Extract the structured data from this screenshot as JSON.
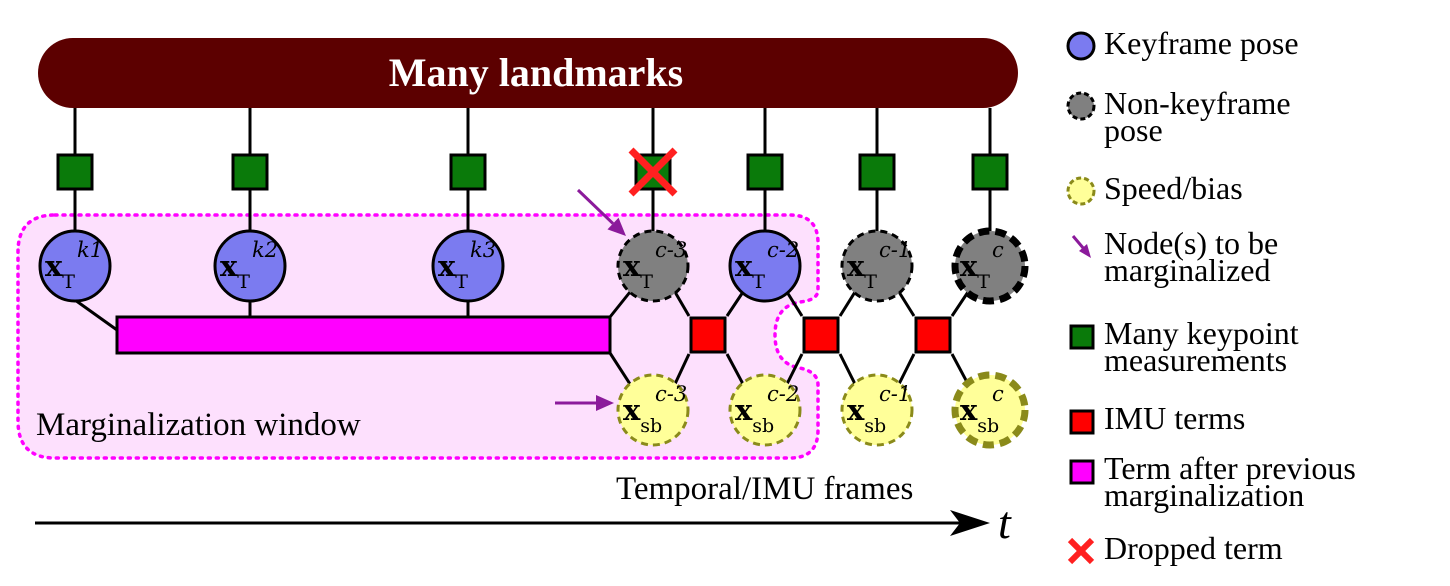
{
  "landmarks_label": "Many landmarks",
  "window_label": "Marginalization window",
  "temporal_label": "Temporal/IMU frames",
  "axis_label": "t",
  "pose_nodes": [
    {
      "sup": "k1",
      "kind": "keyframe"
    },
    {
      "sup": "k2",
      "kind": "keyframe"
    },
    {
      "sup": "k3",
      "kind": "keyframe"
    },
    {
      "sup": "c-3",
      "kind": "nonkeyframe",
      "marginalized": true
    },
    {
      "sup": "c-2",
      "kind": "keyframe"
    },
    {
      "sup": "c-1",
      "kind": "nonkeyframe"
    },
    {
      "sup": "c",
      "kind": "nonkeyframe",
      "current": true
    }
  ],
  "speed_nodes": [
    {
      "sup": "c-3",
      "marginalized": true
    },
    {
      "sup": "c-2"
    },
    {
      "sup": "c-1"
    },
    {
      "sup": "c",
      "current": true
    }
  ],
  "node_symbol": "x",
  "pose_subscript": "T",
  "speed_subscript": "sb",
  "legend": [
    {
      "icon": "keyframe-pose-icon",
      "text": "Keyframe pose"
    },
    {
      "icon": "nonkeyframe-pose-icon",
      "text": "Non-keyframe\npose"
    },
    {
      "icon": "speed-bias-icon",
      "text": "Speed/bias"
    },
    {
      "icon": "marginalize-arrow-icon",
      "text": "Node(s) to be\nmarginalized"
    },
    {
      "icon": "keypoint-measurement-icon",
      "text": "Many keypoint\nmeasurements"
    },
    {
      "icon": "imu-term-icon",
      "text": "IMU terms"
    },
    {
      "icon": "prior-term-icon",
      "text": "Term after previous\nmarginalization"
    },
    {
      "icon": "dropped-term-icon",
      "text": "Dropped term"
    }
  ],
  "colors": {
    "landmarks": "#5c0000",
    "keyframe": "#7b7bf0",
    "nonkeyframe": "#808080",
    "speed": "#ffff99",
    "speed_border": "#8a8a1a",
    "keypoint": "#0a7a0a",
    "imu": "#ff0000",
    "prior": "#ff00ff",
    "window_fill": "#fde0fd",
    "window_border": "#ff00ff",
    "arrow": "#8b1a9b",
    "dropped": "#ff2020"
  }
}
